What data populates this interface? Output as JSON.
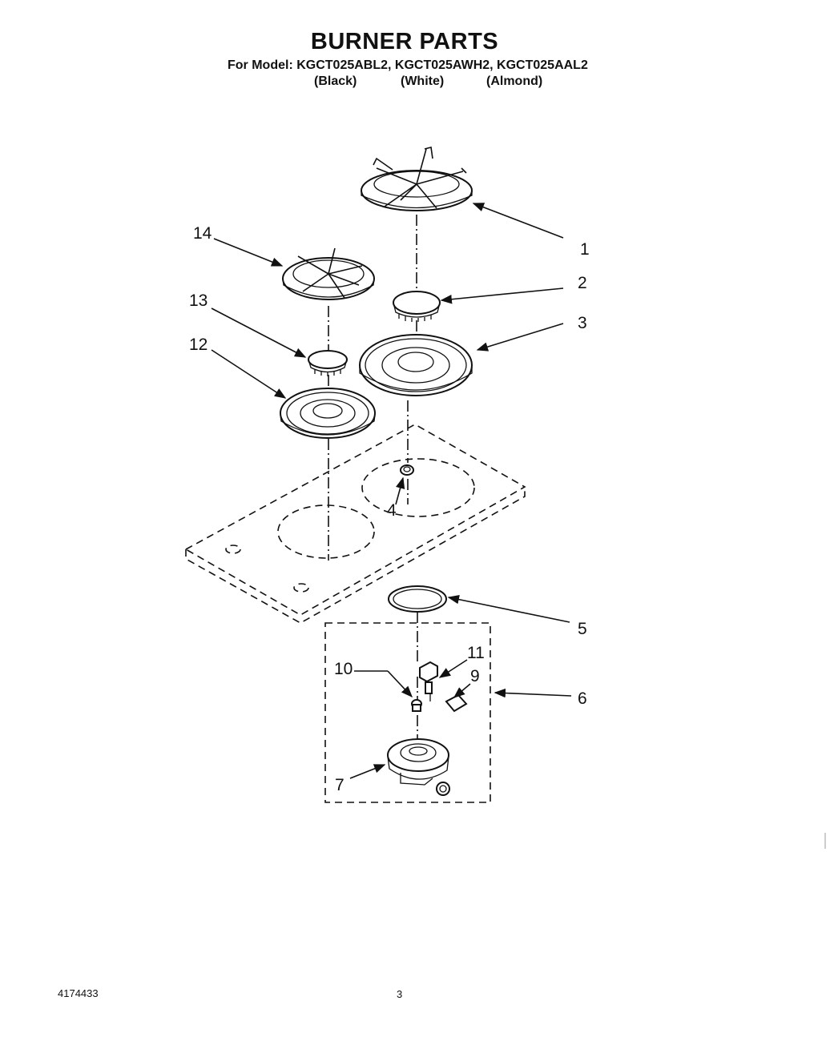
{
  "header": {
    "title": "BURNER PARTS",
    "models": "For Model: KGCT025ABL2, KGCT025AWH2, KGCT025AAL2",
    "colors": [
      "(Black)",
      "(White)",
      "(Almond)"
    ]
  },
  "callouts": {
    "c1": "1",
    "c2": "2",
    "c3": "3",
    "c4": "4",
    "c5": "5",
    "c6": "6",
    "c7": "7",
    "c9": "9",
    "c10": "10",
    "c11": "11",
    "c12": "12",
    "c13": "13",
    "c14": "14"
  },
  "footer": {
    "doc_number": "4174433",
    "page_number": "3"
  }
}
